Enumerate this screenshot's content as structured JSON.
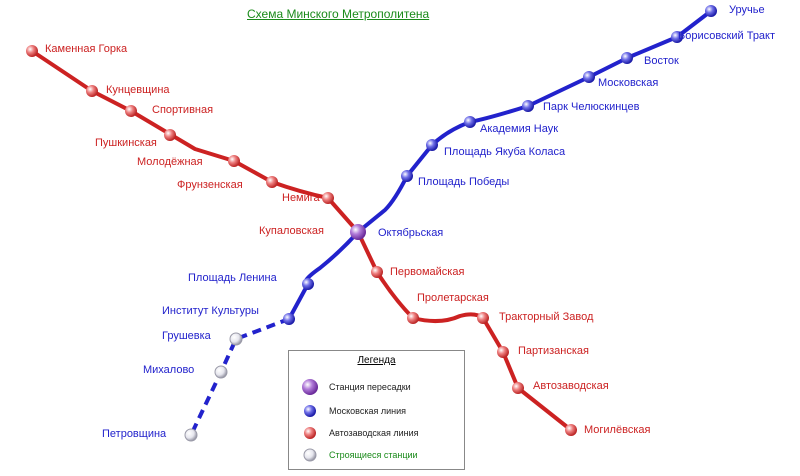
{
  "title": "Схема Минского Метрополитена",
  "colors": {
    "moscow_line": "#2222cc",
    "avtozavod_line": "#cc2222",
    "title": "#1a8a1a"
  },
  "lines": {
    "moscow": {
      "stations": [
        "Уручье",
        "Борисовский Тракт",
        "Восток",
        "Московская",
        "Парк Челюскинцев",
        "Академия Наук",
        "Площадь Якуба Коласа",
        "Площадь Победы",
        "Октябрьская",
        "Площадь Ленина",
        "Институт Культуры"
      ]
    },
    "moscow_planned": {
      "stations": [
        "Грушевка",
        "Михалово",
        "Петровщина"
      ]
    },
    "avtozavod": {
      "stations": [
        "Каменная Горка",
        "Кунцевщина",
        "Спортивная",
        "Пушкинская",
        "Молодёжная",
        "Фрунзенская",
        "Немига",
        "Купаловская",
        "Первомайская",
        "Пролетарская",
        "Тракторный Завод",
        "Партизанская",
        "Автозаводская",
        "Могилёвская"
      ]
    }
  },
  "legend": {
    "title": "Легенда",
    "items": [
      {
        "text": "Станция пересадки",
        "icon": "transfer-station-icon"
      },
      {
        "text": "Московская линия",
        "icon": "moscow-line-station-icon"
      },
      {
        "text": "Автозаводская линия",
        "icon": "avtozavod-line-station-icon"
      },
      {
        "text": "Строящиеся станции",
        "icon": "planned-station-icon"
      }
    ]
  }
}
